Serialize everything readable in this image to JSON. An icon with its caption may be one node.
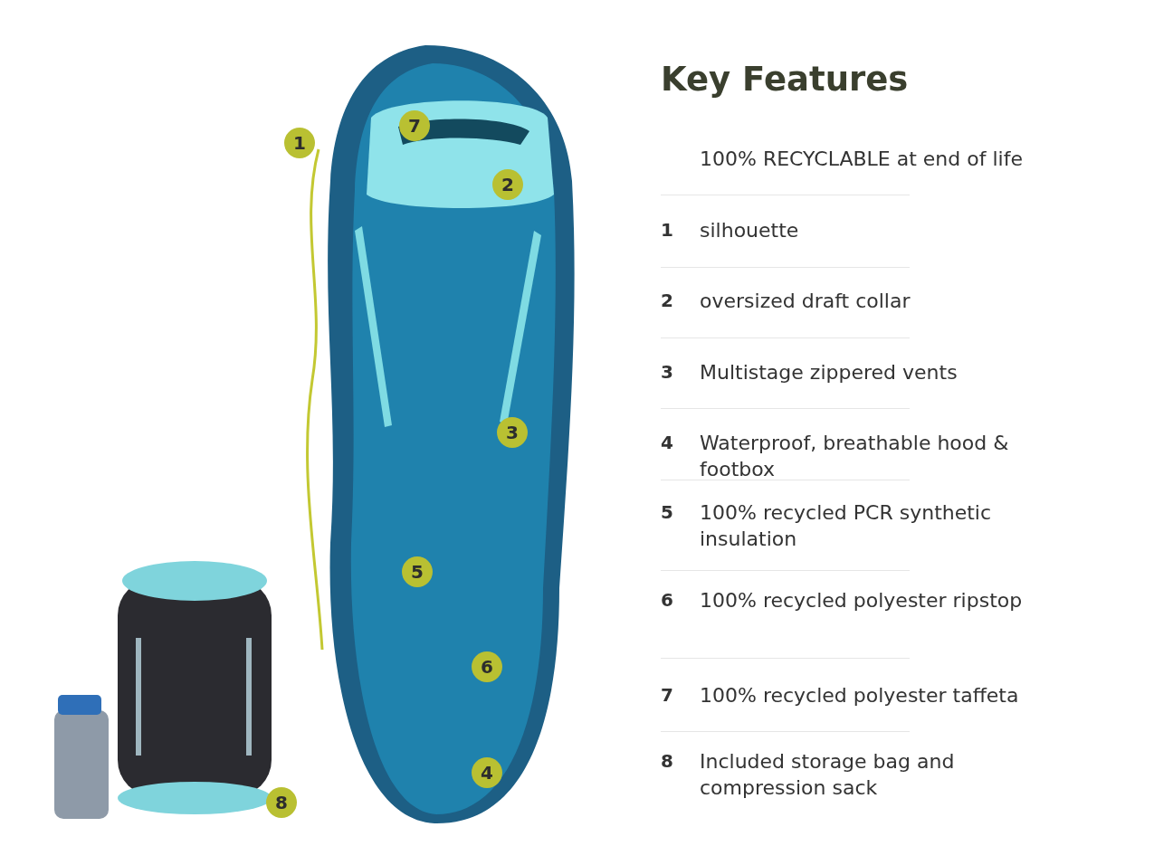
{
  "diagram": {
    "title": "Key Features",
    "labels": [
      "7",
      "1",
      "2",
      "3",
      "5",
      "6",
      "4",
      "8",
      "100% RECYCLABLE at end of life",
      "1",
      "silhouette",
      "2",
      "oversized draft collar",
      "3",
      "Multistage zippered vents",
      "4",
      "Waterproof, breathable hood & footbox",
      "5",
      "100% recycled PCR synthetic insulation",
      "6",
      "100% recycled polyester ripstop",
      "7",
      "100% recycled polyester taffeta",
      "8",
      "Included storage bag and compression sack"
    ]
  }
}
